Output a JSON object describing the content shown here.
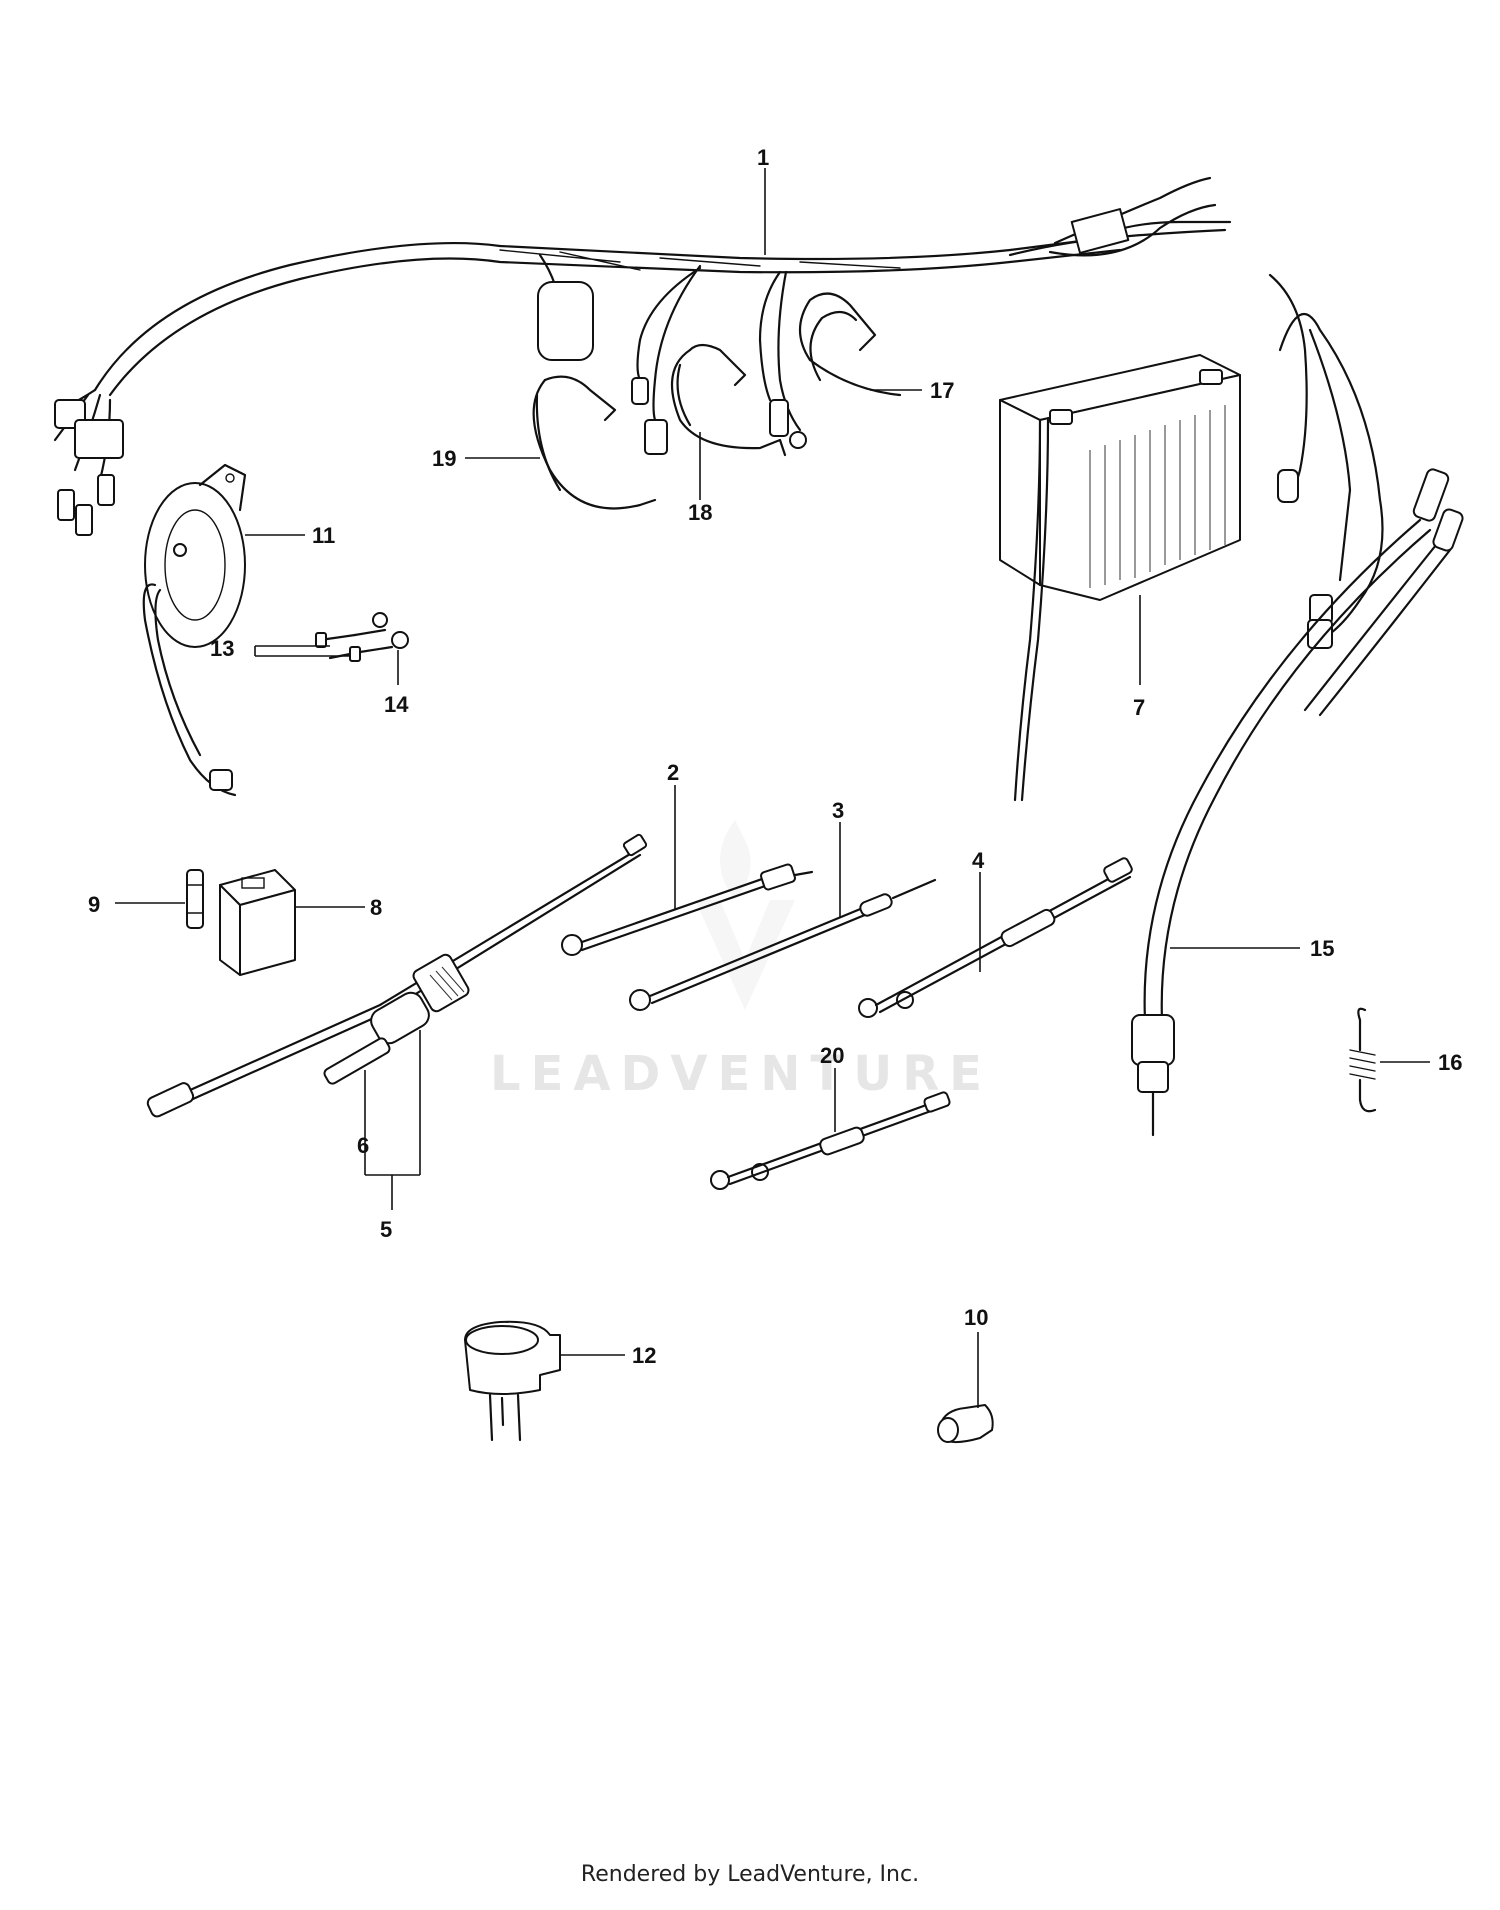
{
  "diagram": {
    "watermark": "LEADVENTURE",
    "footer": "Rendered by LeadVenture, Inc.",
    "callouts": [
      {
        "id": "c1",
        "label": "1"
      },
      {
        "id": "c2",
        "label": "2"
      },
      {
        "id": "c3",
        "label": "3"
      },
      {
        "id": "c4",
        "label": "4"
      },
      {
        "id": "c5",
        "label": "5"
      },
      {
        "id": "c6",
        "label": "6"
      },
      {
        "id": "c7",
        "label": "7"
      },
      {
        "id": "c8",
        "label": "8"
      },
      {
        "id": "c9",
        "label": "9"
      },
      {
        "id": "c10",
        "label": "10"
      },
      {
        "id": "c11",
        "label": "11"
      },
      {
        "id": "c12",
        "label": "12"
      },
      {
        "id": "c13",
        "label": "13"
      },
      {
        "id": "c14",
        "label": "14"
      },
      {
        "id": "c15",
        "label": "15"
      },
      {
        "id": "c16",
        "label": "16"
      },
      {
        "id": "c17",
        "label": "17"
      },
      {
        "id": "c18",
        "label": "18"
      },
      {
        "id": "c19",
        "label": "19"
      },
      {
        "id": "c20",
        "label": "20"
      }
    ]
  }
}
